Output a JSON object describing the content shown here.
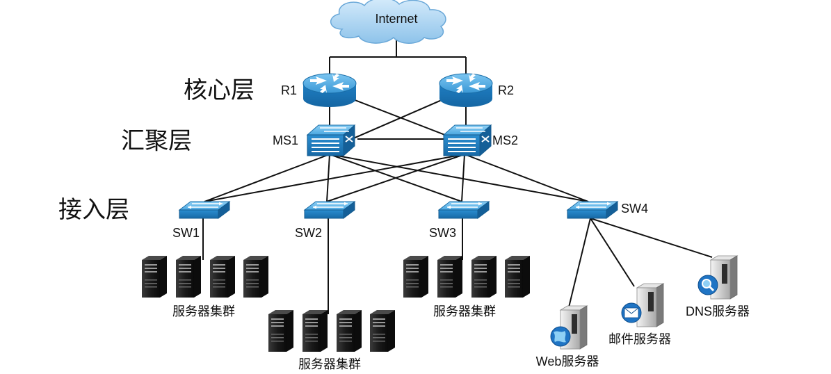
{
  "cloud": {
    "label": "Internet"
  },
  "layers": {
    "core": "核心层",
    "aggregation": "汇聚层",
    "access": "接入层"
  },
  "devices": {
    "r1": "R1",
    "r2": "R2",
    "ms1": "MS1",
    "ms2": "MS2",
    "sw1": "SW1",
    "sw2": "SW2",
    "sw3": "SW3",
    "sw4": "SW4"
  },
  "server_farms": {
    "farm1": "服务器集群",
    "farm2": "服务器集群",
    "farm3": "服务器集群"
  },
  "servers": {
    "web": "Web服务器",
    "mail": "邮件服务器",
    "dns": "DNS服务器"
  },
  "colors": {
    "device_blue": "#2a8fd0",
    "device_light": "#5fb8ec",
    "cloud_fill": "#a9d3f2",
    "link": "#111111"
  }
}
